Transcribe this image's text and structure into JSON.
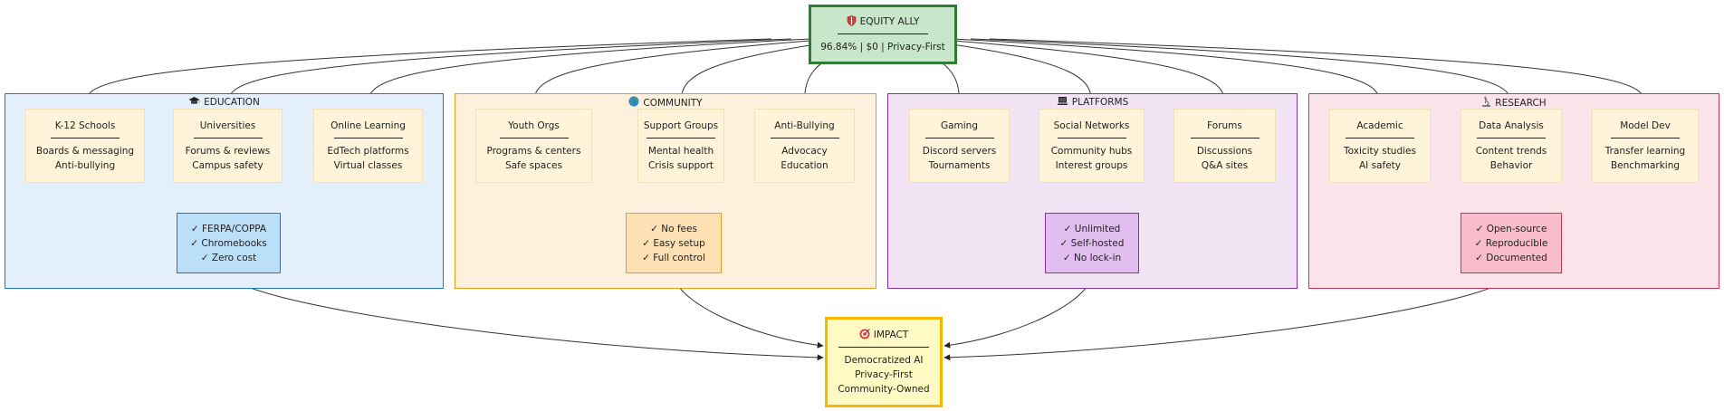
{
  "top": {
    "icon": "shield-icon",
    "title": "EQUITY ALLY",
    "subtitle": "96.84% | $0 | Privacy-First"
  },
  "impact": {
    "icon": "target-icon",
    "title": "IMPACT",
    "lines": [
      "Democratized AI",
      "Privacy-First",
      "Community-Owned"
    ]
  },
  "clusters": [
    {
      "icon": "graduation-cap-icon",
      "title": "EDUCATION",
      "color": "#1f77c8",
      "fill": "#e3effb",
      "hub_fill": "#bbdef9",
      "items": [
        {
          "title": "K-12 Schools",
          "lines": [
            "Boards & messaging",
            "Anti-bullying"
          ]
        },
        {
          "title": "Universities",
          "lines": [
            "Forums & reviews",
            "Campus safety"
          ]
        },
        {
          "title": "Online Learning",
          "lines": [
            "EdTech platforms",
            "Virtual classes"
          ]
        }
      ],
      "hub": [
        "✓ FERPA/COPPA",
        "✓ Chromebooks",
        "✓ Zero cost"
      ]
    },
    {
      "icon": "globe-icon",
      "title": "COMMUNITY",
      "color": "#f09a1a",
      "fill": "#fdf0dc",
      "hub_fill": "#fde0b3",
      "items": [
        {
          "title": "Youth Orgs",
          "lines": [
            "Programs & centers",
            "Safe spaces"
          ]
        },
        {
          "title": "Support Groups",
          "lines": [
            "Mental health",
            "Crisis support"
          ]
        },
        {
          "title": "Anti-Bullying",
          "lines": [
            "Advocacy",
            "Education"
          ]
        }
      ],
      "hub": [
        "✓ No fees",
        "✓ Easy setup",
        "✓ Full control"
      ]
    },
    {
      "icon": "laptop-icon",
      "title": "PLATFORMS",
      "color": "#8a2fa8",
      "fill": "#f2e4f5",
      "hub_fill": "#e2bdf0",
      "items": [
        {
          "title": "Gaming",
          "lines": [
            "Discord servers",
            "Tournaments"
          ]
        },
        {
          "title": "Social Networks",
          "lines": [
            "Community hubs",
            "Interest groups"
          ]
        },
        {
          "title": "Forums",
          "lines": [
            "Discussions",
            "Q&A sites"
          ]
        }
      ],
      "hub": [
        "✓ Unlimited",
        "✓ Self-hosted",
        "✓ No lock-in"
      ]
    },
    {
      "icon": "microscope-icon",
      "title": "RESEARCH",
      "color": "#d0305a",
      "fill": "#fbe3ea",
      "hub_fill": "#f8bccd",
      "items": [
        {
          "title": "Academic",
          "lines": [
            "Toxicity studies",
            "AI safety"
          ]
        },
        {
          "title": "Data Analysis",
          "lines": [
            "Content trends",
            "Behavior"
          ]
        },
        {
          "title": "Model Dev",
          "lines": [
            "Transfer learning",
            "Benchmarking"
          ]
        }
      ],
      "hub": [
        "✓ Open-source",
        "✓ Reproducible",
        "✓ Documented"
      ]
    }
  ],
  "colors": {
    "top_fill": "#c8e6c9",
    "top_border": "#2e7d32",
    "impact_fill": "#fff9c4",
    "impact_border": "#f5b700",
    "item_fill": "#fff3d9",
    "edge": "#333333"
  }
}
